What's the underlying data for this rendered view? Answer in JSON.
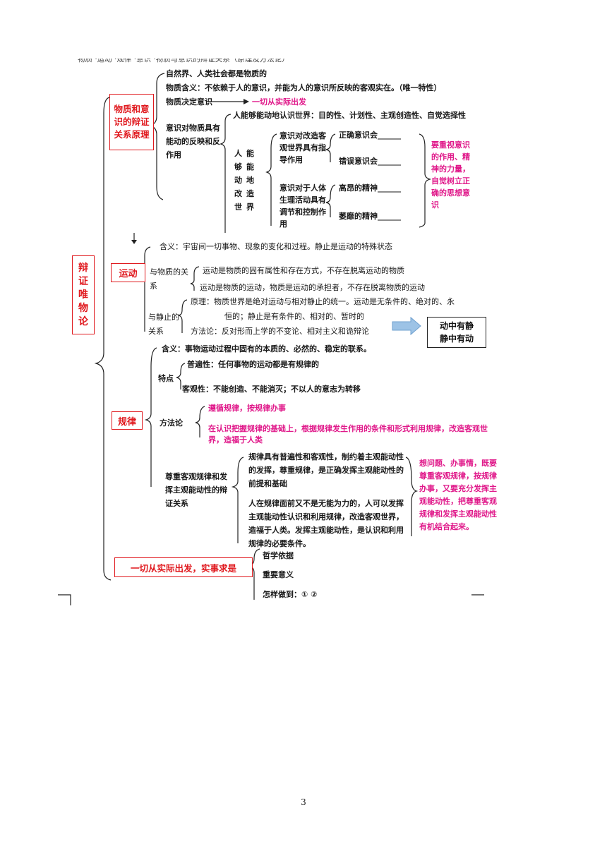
{
  "top_cut": "物质 ·运动 ·规律 ·意识 ·物质与意识的辩证关系（原理及方法论）",
  "root": "辩证唯物论",
  "matter": {
    "box": "物质和意识的辩证关系原理",
    "l1": "自然界、人类社会都是物质的",
    "l2": "物质含义：不依赖于人的意识，并能为人的意识所反映的客观实在。（唯一特性）",
    "l3": "物质决定意识",
    "l3_note": "一切从实际出发",
    "l4": "意识对物质具有能动的反映和反作用",
    "l4_sub": "人能够能动地认识世界：目的性、计划性、主观创造性、自觉选择性",
    "l4_mid": "人能够能动地改造世界",
    "guide": "意识对改造客观世界具有指导作用",
    "right": "正确意识会______",
    "wrong": "错误意识会______",
    "control": "意识对于人体生理活动具有调节和控制作用",
    "high": "高昂的精神______",
    "low": "萎靡的精神______",
    "note": "要重视意识的作用、精神的力量，自觉树立正确的思想意识"
  },
  "motion": {
    "box": "运动",
    "def": "含义：宇宙间一切事物、现象的变化和过程。静止是运动的特殊状态",
    "rel1": "与物质的关系",
    "rel1_a": "运动是物质的固有属性和存在方式，不存在脱离运动的物质",
    "rel1_b": "运动是物质的运动，物质是运动的承担者，不存在脱离物质的运动",
    "rel2": "与静止的关系",
    "rel2_a": "原理：物质世界是绝对运动与相对静止的统一。运动是无条件的、绝对的、永",
    "rel2_b": "恒的；静止是有条件的、相对的、暂时的",
    "rel2_c": "方法论：反对形而上学的不变论、相对主义和诡辩论",
    "box2_a": "动中有静",
    "box2_b": "静中有动"
  },
  "law": {
    "box": "规律",
    "def": "含义：事物运动过程中固有的本质的、必然的、稳定的联系。",
    "feat": "特点",
    "feat_a": "普遍性：任何事物的运动都是有规律的",
    "feat_b": "客观性：不能创造、不能消灭；不以人的意志为转移",
    "method": "方法论",
    "method_a": "遵循规律，按规律办事",
    "method_b": "在认识把握规律的基础上，根据规律发生作用的条件和形式利用规律，改造客观世界，造福于人类",
    "rel": "尊重客观规律和发挥主观能动性的辩证关系",
    "rel_a": "规律具有普遍性和客观性，制约着主观能动性的发挥，尊重规律，是正确发挥主观能动性的前提和基础",
    "rel_b": "人在规律面前又不是无能为力的，人可以发挥主观能动性认识和利用规律，改造客观世界，造福于人类。发挥主观能动性，是认识和利用规律的必要条件。",
    "note": "想问题、办事情，既要尊重客观规律，按规律办事，又要充分发挥主观能动性，把尊重客观规律和发挥主观能动性有机结合起来。"
  },
  "practice": {
    "box": "一切从实际出发，实事求是",
    "a": "哲学依据",
    "b": "重要意义",
    "c": "怎样做到：①  ②"
  },
  "page_number": "3"
}
